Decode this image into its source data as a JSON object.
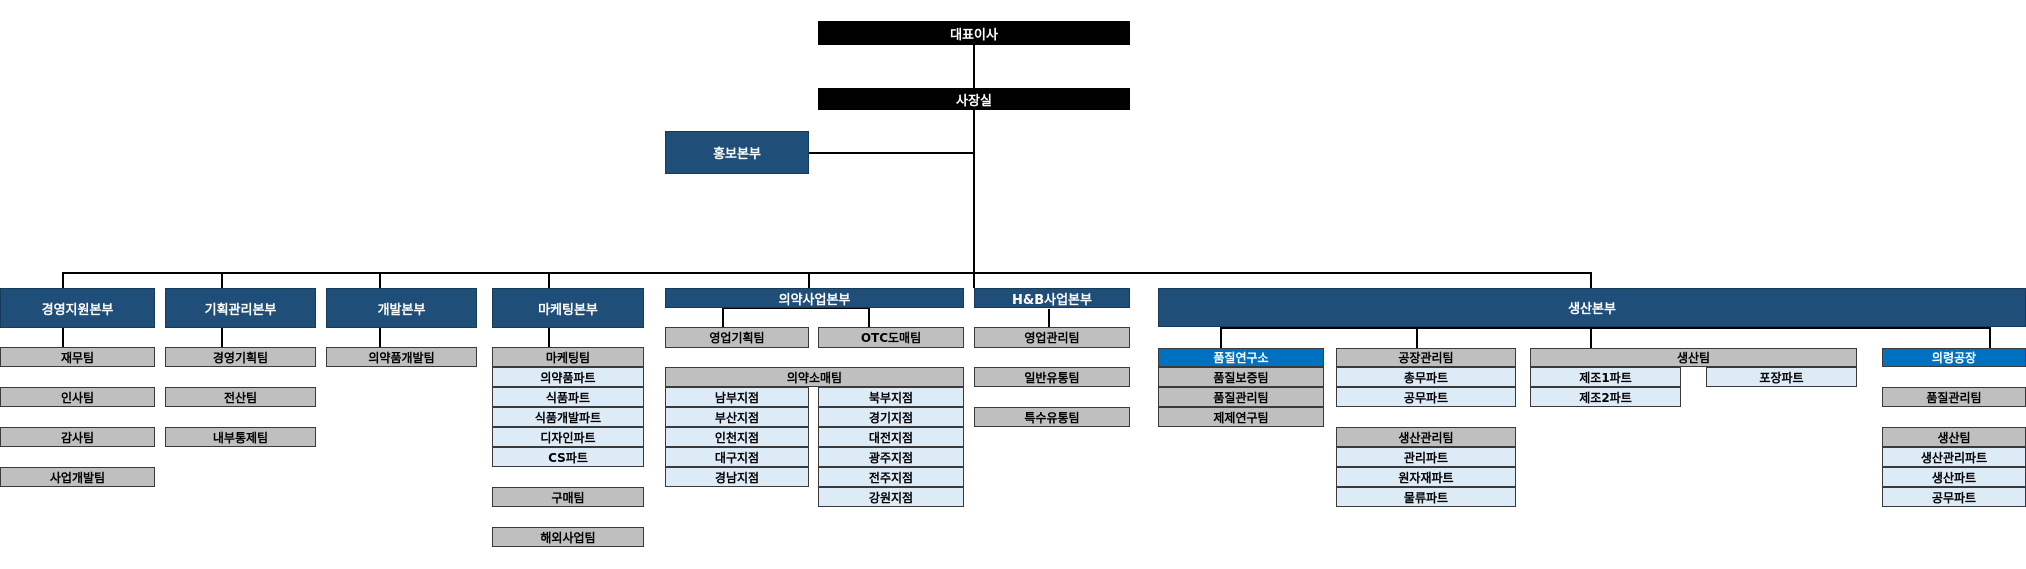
{
  "colors": {
    "top": "#000000",
    "headquarters": "#1f4e79",
    "team": "#bfbfbf",
    "part": "#ddebf7",
    "highlight": "#0070c0"
  },
  "ceo": "대표이사",
  "presidents_office": "사장실",
  "pr_hq": "홍보본부",
  "hq": {
    "management_support": "경영지원본부",
    "planning_management": "기획관리본부",
    "development": "개발본부",
    "marketing": "마케팅본부",
    "pharma_business": "의약사업본부",
    "hb_business": "H&B사업본부",
    "production": "생산본부"
  },
  "management_support_teams": [
    "재무팀",
    "인사팀",
    "감사팀",
    "사업개발팀"
  ],
  "planning_management_teams": [
    "경영기획팀",
    "전산팀",
    "내부통제팀"
  ],
  "development_teams": [
    "의약품개발팀"
  ],
  "marketing": {
    "team": "마케팅팀",
    "parts": [
      "의약품파트",
      "식품파트",
      "식품개발파트",
      "디자인파트",
      "CS파트"
    ],
    "purchasing_team": "구매팀",
    "overseas_team": "해외사업팀"
  },
  "pharma": {
    "sales_planning_team": "영업기획팀",
    "otc_team": "OTC도매팀",
    "retail_team": "의약소매팀",
    "branches_left": [
      "남부지점",
      "부산지점",
      "인천지점",
      "대구지점",
      "경남지점"
    ],
    "branches_right": [
      "북부지점",
      "경기지점",
      "대전지점",
      "광주지점",
      "전주지점",
      "강원지점"
    ]
  },
  "hb": {
    "teams": [
      "영업관리팀",
      "일반유통팀",
      "특수유통팀"
    ]
  },
  "production": {
    "quality_institute": "품질연구소",
    "quality_teams": [
      "품질보증팀",
      "품질관리팀",
      "제제연구팀"
    ],
    "plant_management_team": "공장관리팀",
    "plant_parts": [
      "총무파트",
      "공무파트"
    ],
    "production_management_team": "생산관리팀",
    "production_management_parts": [
      "관리파트",
      "원자재파트",
      "물류파트"
    ],
    "production_team": "생산팀",
    "manufacturing_parts": [
      "제조1파트",
      "제조2파트"
    ],
    "packaging_part": "포장파트",
    "eumseong_plant": "의령공장",
    "plant_quality_team": "품질관리팀",
    "plant_production_team": "생산팀",
    "plant_production_parts": [
      "생산관리파트",
      "생산파트",
      "공무파트"
    ]
  }
}
